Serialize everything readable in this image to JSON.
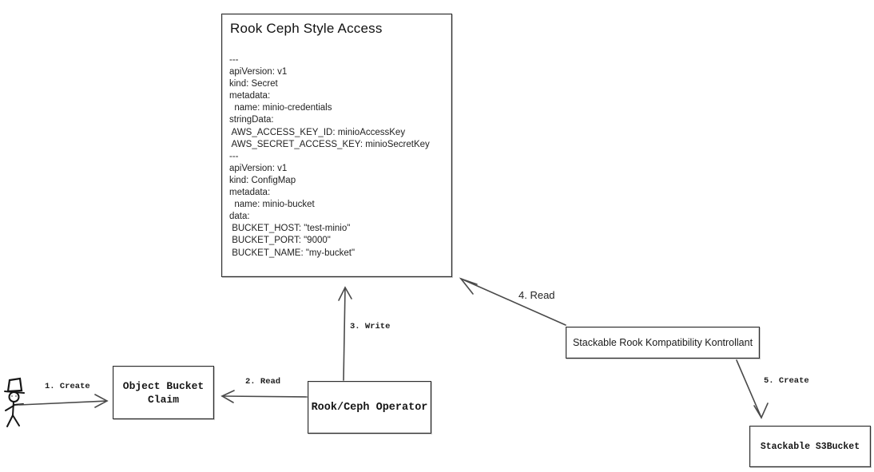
{
  "diagram": {
    "colors": {
      "background": "#ffffff",
      "line": "#4a4a4a",
      "box_border": "#2f2f2f",
      "text": "#1c1c1c"
    },
    "title_box": {
      "title": "Rook Ceph Style Access",
      "yaml_lines": [
        "---",
        "apiVersion: v1",
        "kind: Secret",
        "metadata:",
        "  name: minio-credentials",
        "stringData:",
        " AWS_ACCESS_KEY_ID: minioAccessKey",
        " AWS_SECRET_ACCESS_KEY: minioSecretKey",
        "---",
        "apiVersion: v1",
        "kind: ConfigMap",
        "metadata:",
        "  name: minio-bucket",
        "data:",
        " BUCKET_HOST: \"test-minio\"",
        " BUCKET_PORT: \"9000\"",
        " BUCKET_NAME: \"my-bucket\""
      ]
    },
    "nodes": {
      "object_bucket_claim": {
        "label": "Object Bucket\nClaim"
      },
      "rook_ceph_operator": {
        "label": "Rook/Ceph Operator"
      },
      "stackable_kontrollant": {
        "label": "Stackable Rook Kompatibility Kontrollant"
      },
      "stackable_s3bucket": {
        "label": "Stackable S3Bucket"
      }
    },
    "edges": [
      {
        "label": "1. Create"
      },
      {
        "label": "2. Read"
      },
      {
        "label": "3. Write"
      },
      {
        "label": "4. Read"
      },
      {
        "label": "5. Create"
      }
    ],
    "actors": {
      "user": {
        "icon": "stick-figure-top-hat-icon"
      }
    }
  }
}
